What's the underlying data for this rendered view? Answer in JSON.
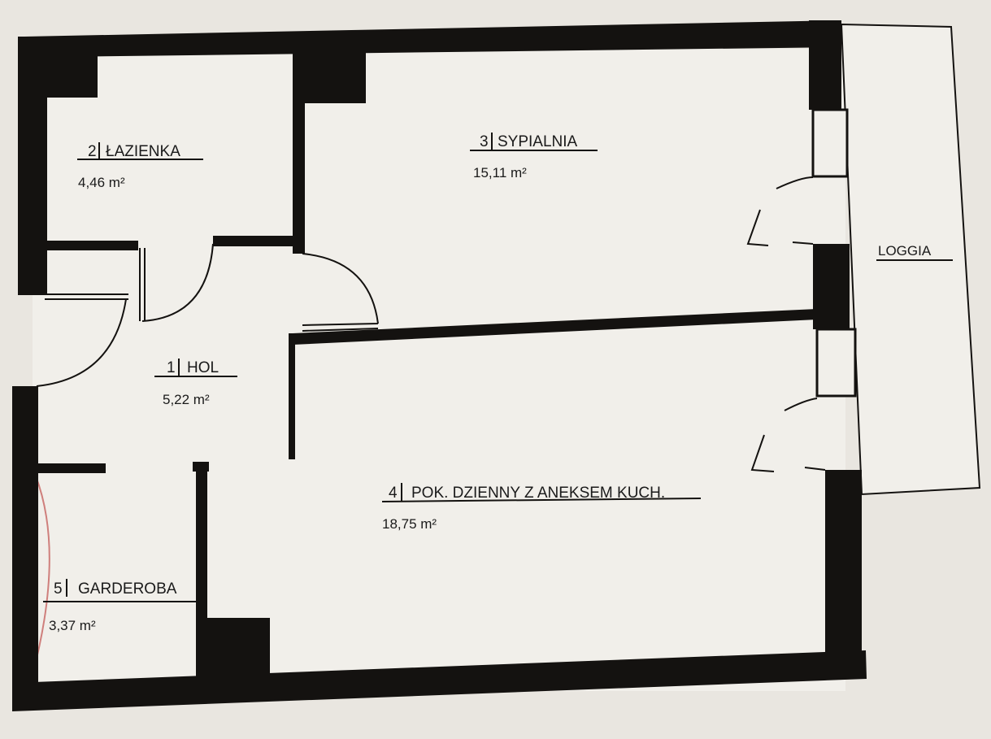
{
  "rooms": [
    {
      "number": "1",
      "name": "HOL",
      "area": "5,22 m²"
    },
    {
      "number": "2",
      "name": "ŁAZIENKA",
      "area": "4,46 m²"
    },
    {
      "number": "3",
      "name": "SYPIALNIA",
      "area": "15,11 m²"
    },
    {
      "number": "4",
      "name": "POK. DZIENNY Z ANEKSEM KUCH.",
      "area": "18,75 m²"
    },
    {
      "number": "5",
      "name": "GARDEROBA",
      "area": "3,37 m²"
    }
  ],
  "loggia": {
    "name": "LOGGIA"
  },
  "colors": {
    "paper": "#e9e6e0",
    "wall": "#141210",
    "stamp": "#c0504d"
  }
}
